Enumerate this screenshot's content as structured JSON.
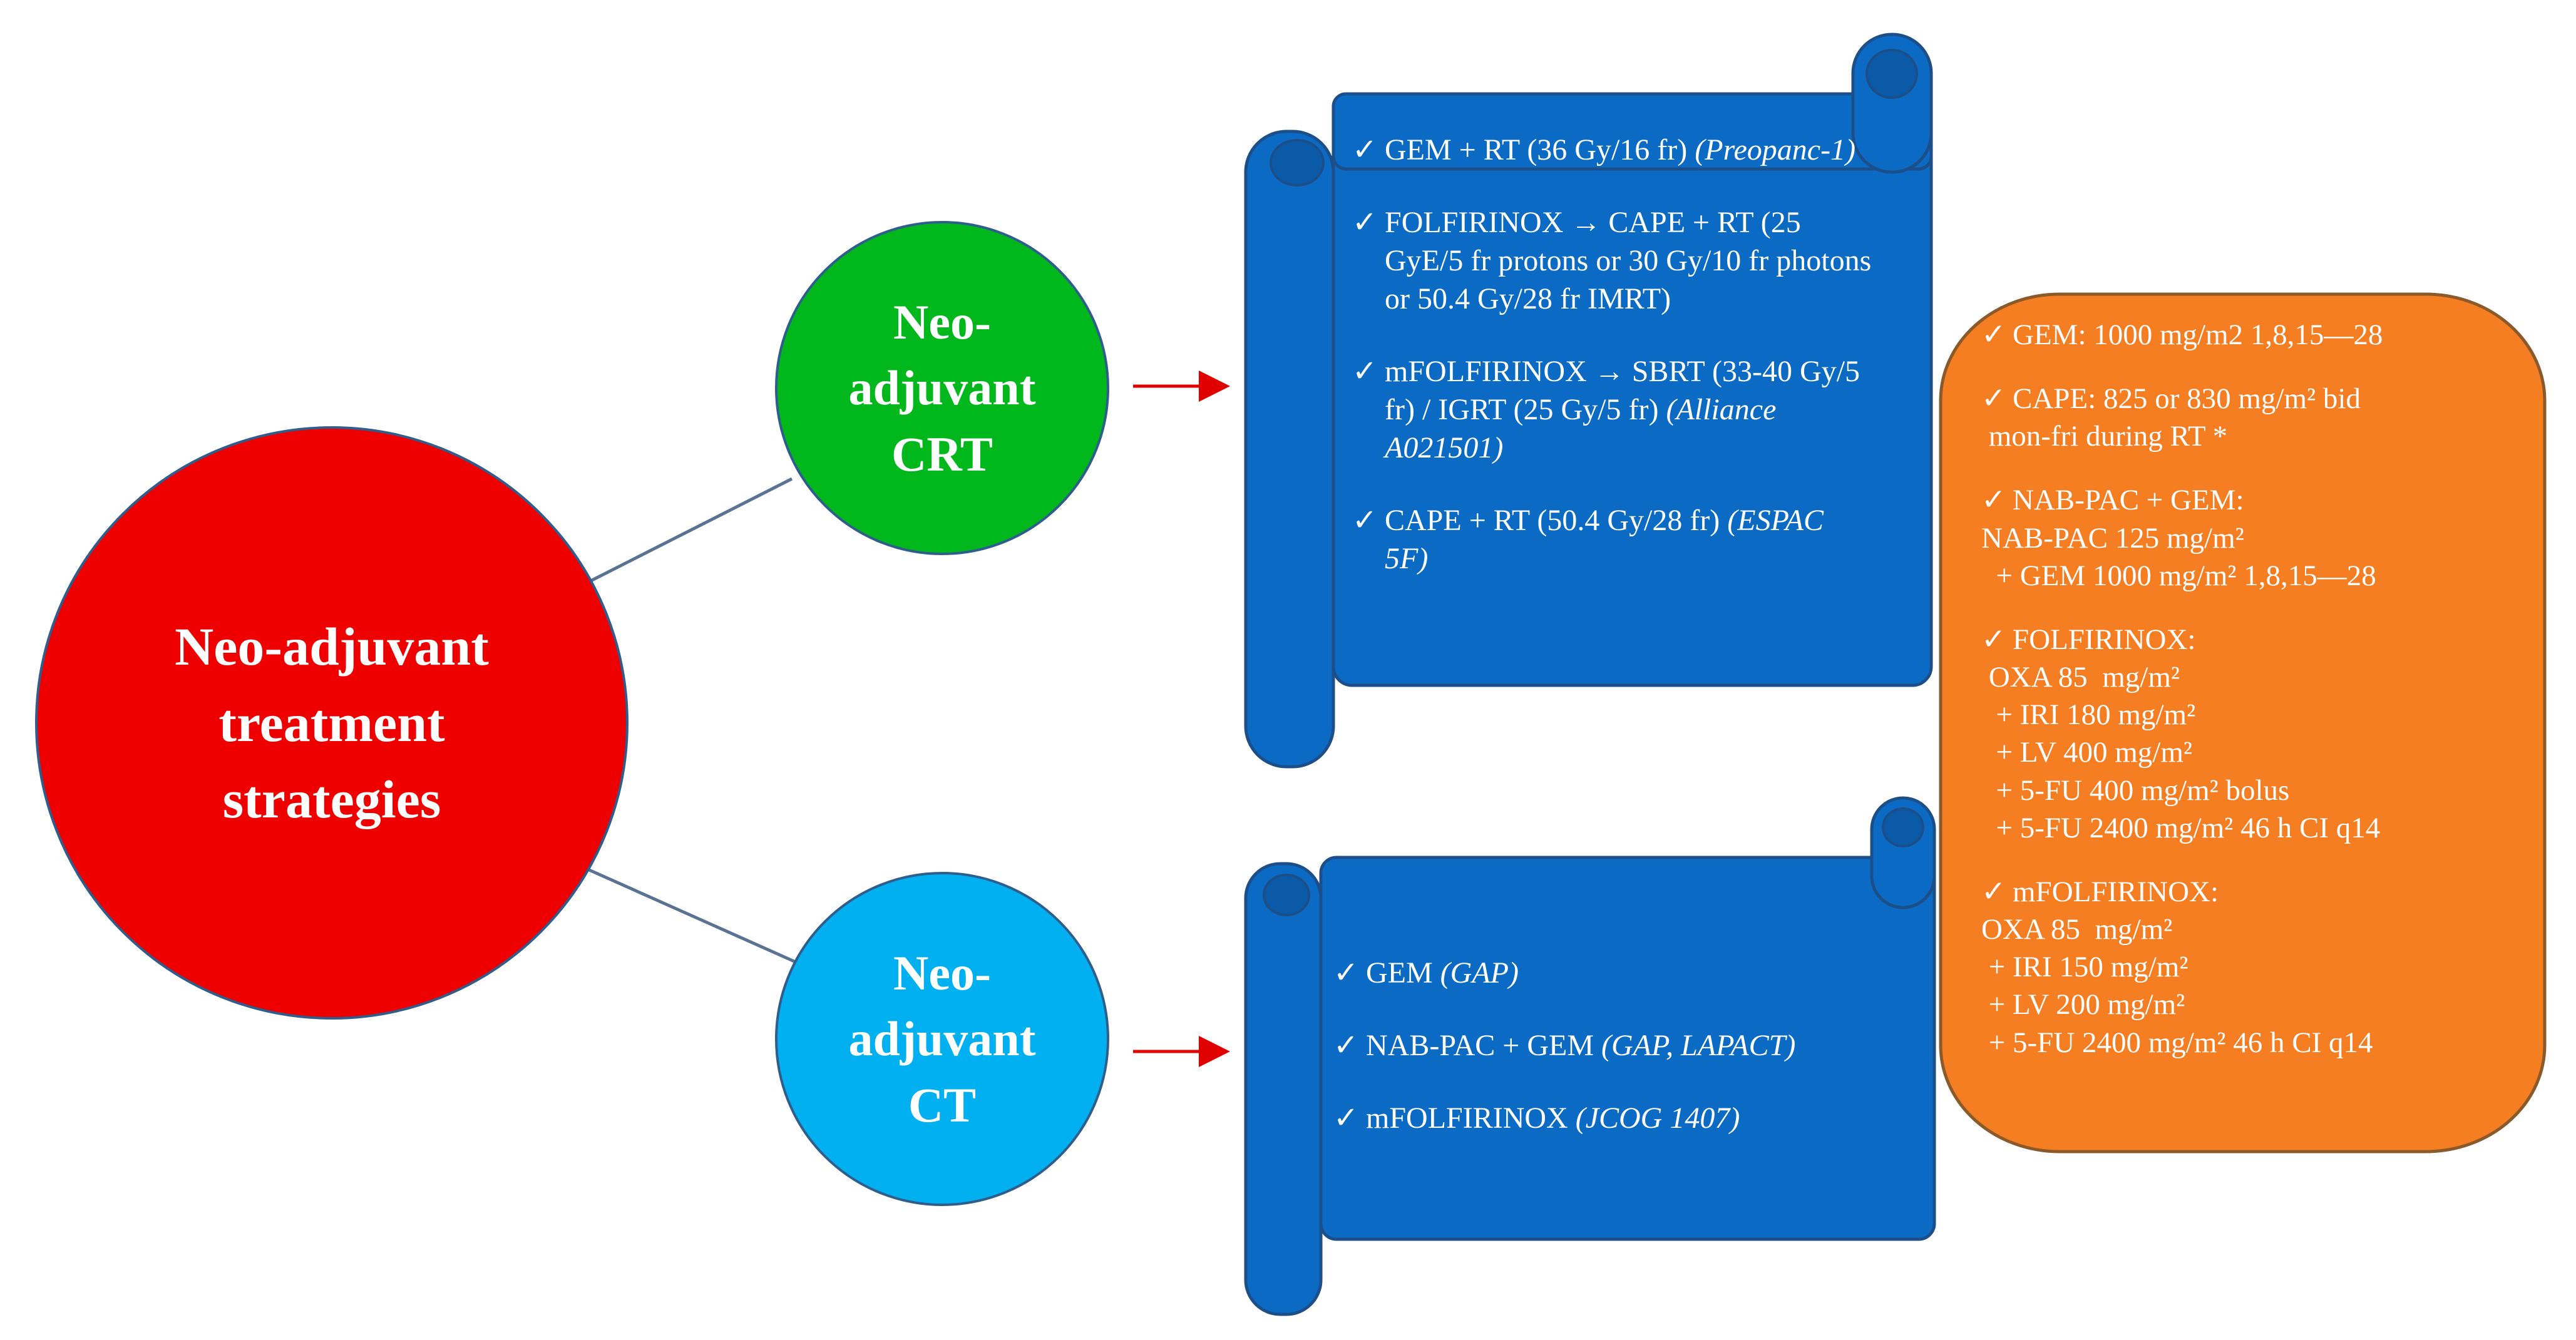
{
  "colors": {
    "main_circle": "#ee0000",
    "crt_circle": "#00b81c",
    "ct_circle": "#00b0f0",
    "scroll_fill": "#0b6bc4",
    "scroll_outline": "#1c4f8a",
    "orange_box": "#f57d22",
    "orange_outline": "#8a5a2b",
    "arrow": "#e00000",
    "connector": "#5a7393"
  },
  "icons": {
    "bullet": "check-mark-icon"
  },
  "main_circle": {
    "label": "Neo-adjuvant\ntreatment\nstrategies"
  },
  "crt_circle": {
    "label": "Neo-\nadjuvant\nCRT"
  },
  "ct_circle": {
    "label": "Neo-\nadjuvant\nCT"
  },
  "crt_scroll": {
    "items": [
      {
        "text": "GEM + RT (36 Gy/16 fr) ",
        "note": "(Preopanc-1)"
      },
      {
        "text": "FOLFIRINOX → CAPE + RT (25 GyE/5 fr protons or 30 Gy/10 fr photons or 50.4 Gy/28 fr IMRT)",
        "note": ""
      },
      {
        "text": "mFOLFIRINOX → SBRT (33-40 Gy/5 fr) / IGRT (25 Gy/5 fr) ",
        "note": "(Alliance A021501)"
      },
      {
        "text": "CAPE + RT (50.4 Gy/28 fr) ",
        "note": "(ESPAC 5F)"
      }
    ]
  },
  "ct_scroll": {
    "items": [
      {
        "text": "GEM ",
        "note": "(GAP)"
      },
      {
        "text": "NAB-PAC + GEM ",
        "note": "(GAP, LAPACT)"
      },
      {
        "text": "mFOLFIRINOX ",
        "note": "(JCOG 1407)"
      }
    ]
  },
  "doses": [
    {
      "head": "GEM: 1000 mg/m2 1,8,15—28",
      "lines": []
    },
    {
      "head": "CAPE: 825 or 830 mg/m² bid",
      "lines": [
        " mon-fri during RT *"
      ]
    },
    {
      "head": "NAB-PAC + GEM:",
      "lines": [
        "NAB-PAC 125 mg/m²",
        "  + GEM 1000 mg/m² 1,8,15—28"
      ]
    },
    {
      "head": "FOLFIRINOX:",
      "lines": [
        " OXA 85  mg/m²",
        "  + IRI 180 mg/m²",
        "  + LV 400 mg/m²",
        "  + 5-FU 400 mg/m² bolus",
        "  + 5-FU 2400 mg/m² 46 h CI q14"
      ]
    },
    {
      "head": "mFOLFIRINOX:",
      "lines": [
        "OXA 85  mg/m²",
        " + IRI 150 mg/m²",
        " + LV 200 mg/m²",
        " + 5-FU 2400 mg/m² 46 h CI q14"
      ]
    }
  ]
}
